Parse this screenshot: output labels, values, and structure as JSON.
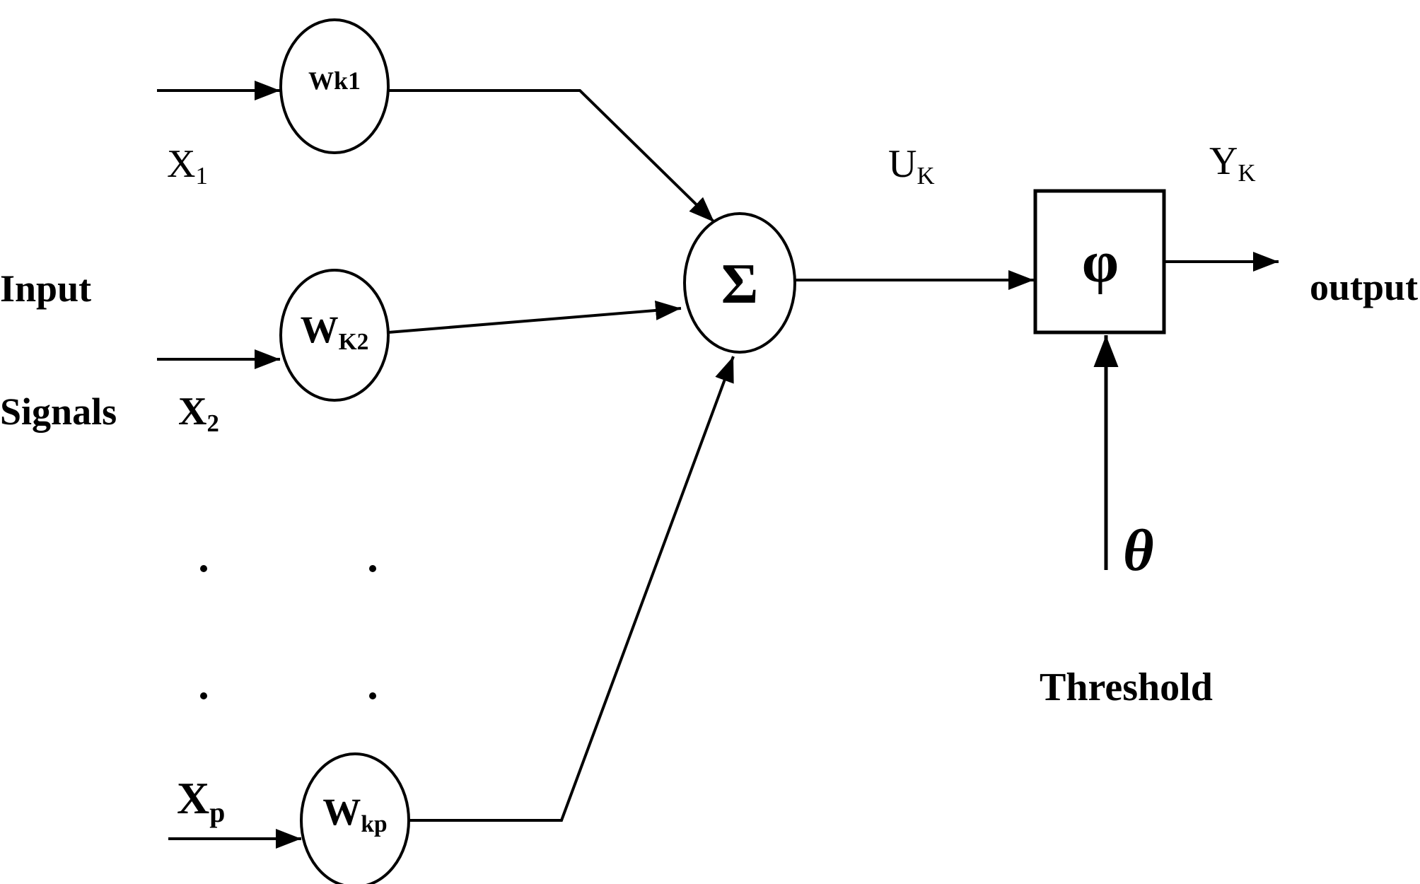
{
  "labels": {
    "input_line1": "Input",
    "input_line2": "Signals",
    "x1": "X",
    "x1_sub": "1",
    "x2": "X",
    "x2_sub": "2",
    "xp": "X",
    "xp_sub": "p",
    "w1": "Wk1",
    "w2": "W",
    "w2_sub": "K2",
    "wp": "W",
    "wp_sub": "kp",
    "sum_symbol": "Σ",
    "uk": "U",
    "uk_sub": "K",
    "phi_symbol": "φ",
    "yk": "Y",
    "yk_sub": "K",
    "output": "output",
    "theta": "θ",
    "threshold": "Threshold"
  },
  "colors": {
    "stroke": "#000000",
    "background": "#ffffff"
  }
}
